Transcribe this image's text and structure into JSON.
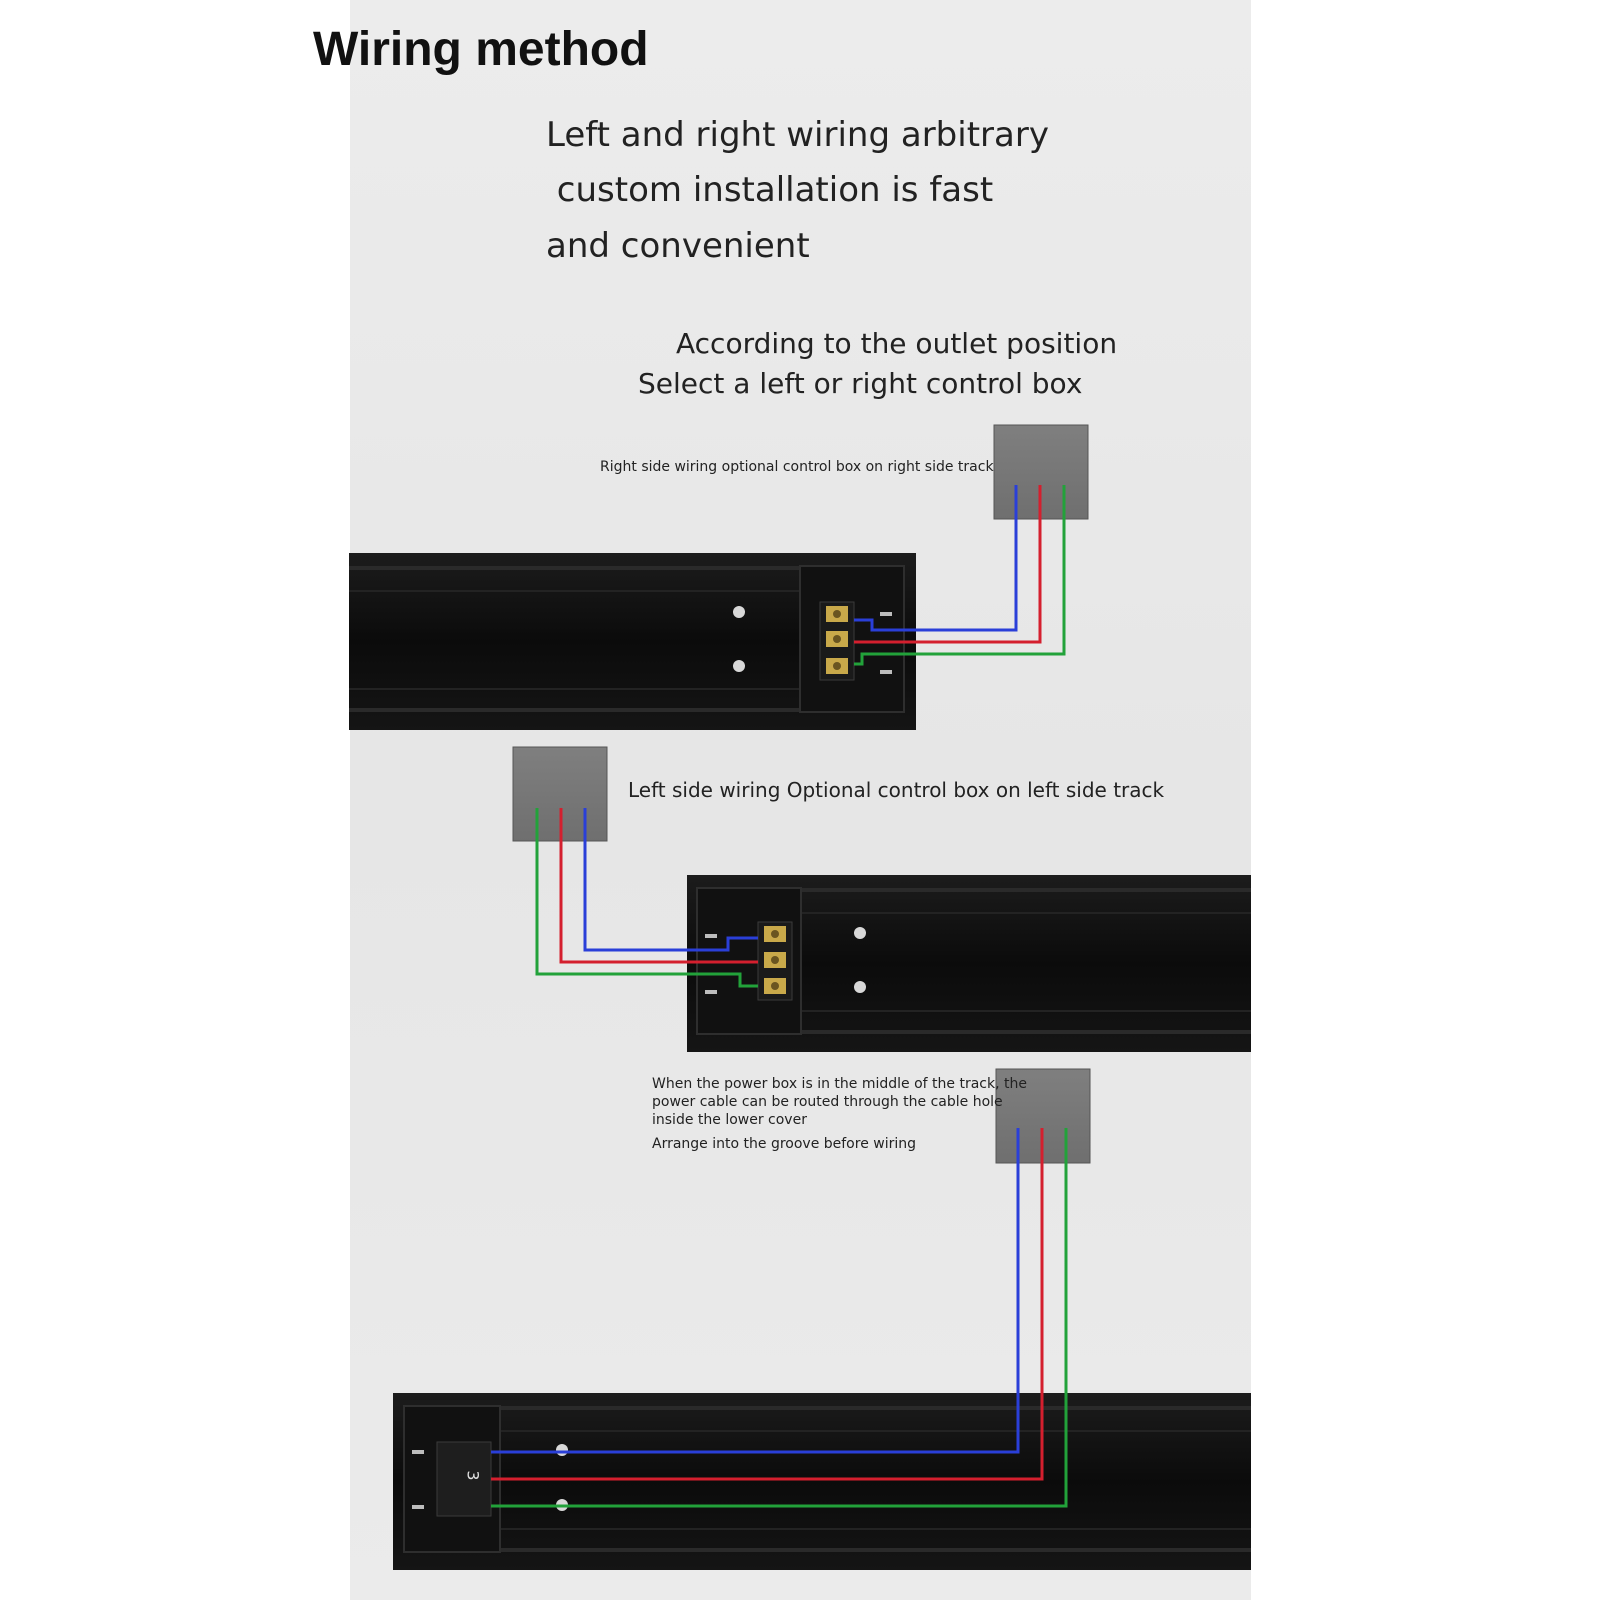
{
  "title": "Wiring method",
  "intro": {
    "line1": "Left and right wiring arbitrary",
    "line2": " custom installation is fast",
    "line3": "and convenient"
  },
  "select_heading": {
    "line1": "According to the outlet position",
    "line2": "Select a left or right control box"
  },
  "right_side": {
    "label": "Right side wiring optional control box on right side track"
  },
  "left_side": {
    "label": "Left side wiring Optional control box on left side track"
  },
  "middle": {
    "line1": "When the power box is in the middle of the track, the",
    "line2": "power cable can be routed through the cable hole",
    "line3": "inside the lower cover",
    "line4": "Arrange into the groove before wiring",
    "terminal_number": "3"
  },
  "colors": {
    "wire_blue": "#2a3fd8",
    "wire_red": "#d41f2e",
    "wire_green": "#22a23a",
    "control_box": "#7a7a7a",
    "track": "#0d0d0d"
  }
}
